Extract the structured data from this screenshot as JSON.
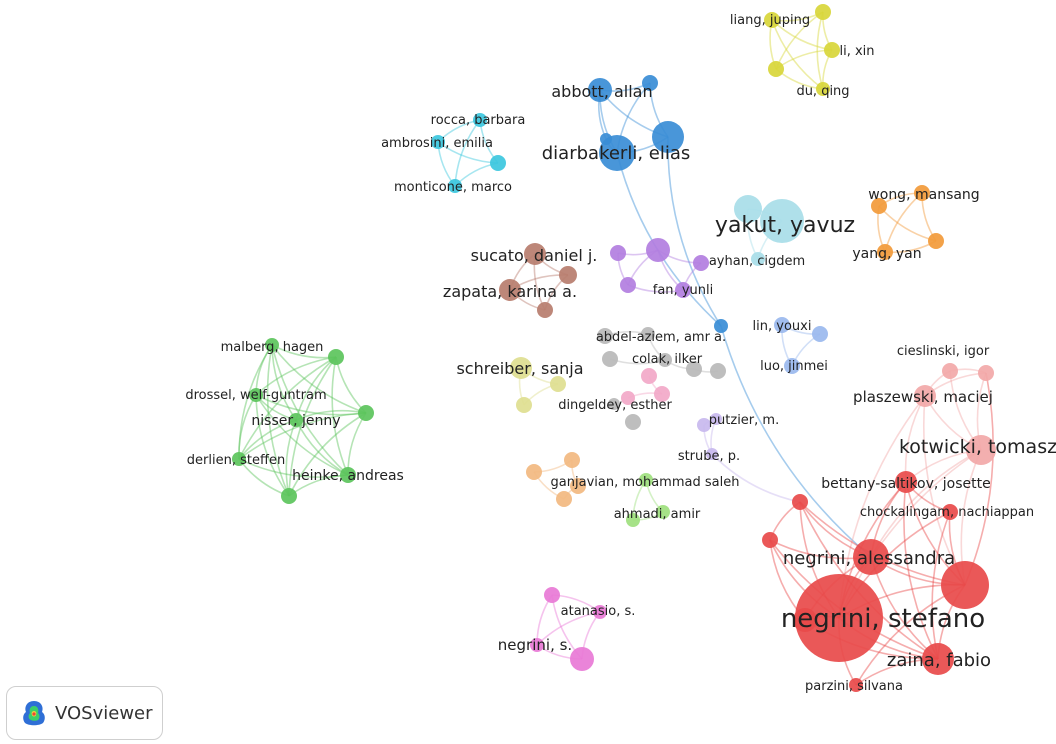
{
  "software": "VOSviewer",
  "clusters": {
    "yellow": "#d8d63a",
    "cyan": "#3cc7de",
    "blue": "#3a8dd6",
    "light_cyan": "#a8dde8",
    "orange": "#f29a3a",
    "brown": "#b77d6e",
    "purple": "#b27ee0",
    "gray": "#b8b8b8",
    "green": "#5cc45c",
    "olive": "#dede90",
    "peach": "#f2b880",
    "light_green": "#9ee07e",
    "magenta": "#e87ad6",
    "pink": "#f2a8c8",
    "periwinkle": "#9ab8ee",
    "lavender": "#c8b8ee",
    "red": "#e84a4a",
    "light_red": "#f2a8a8"
  },
  "nodes": [
    {
      "id": "liang_juping",
      "label": "liang, juping",
      "cluster": "yellow",
      "weight": 1
    },
    {
      "id": "yel_a",
      "label": "",
      "cluster": "yellow",
      "weight": 1
    },
    {
      "id": "li_xin",
      "label": "li, xin",
      "cluster": "yellow",
      "weight": 1
    },
    {
      "id": "yel_b",
      "label": "",
      "cluster": "yellow",
      "weight": 1
    },
    {
      "id": "du_qing",
      "label": "du, qing",
      "cluster": "yellow",
      "weight": 1
    },
    {
      "id": "rocca_barbara",
      "label": "rocca, barbara",
      "cluster": "cyan",
      "weight": 1
    },
    {
      "id": "ambrosini_emilia",
      "label": "ambrosini, emilia",
      "cluster": "cyan",
      "weight": 1
    },
    {
      "id": "cyan_a",
      "label": "",
      "cluster": "cyan",
      "weight": 1
    },
    {
      "id": "monticone_marco",
      "label": "monticone, marco",
      "cluster": "cyan",
      "weight": 1
    },
    {
      "id": "abbott_allan",
      "label": "abbott, allan",
      "cluster": "blue",
      "weight": 2
    },
    {
      "id": "blue_a",
      "label": "",
      "cluster": "blue",
      "weight": 1
    },
    {
      "id": "diarbakerli_elias",
      "label": "diarbakerli, elias",
      "cluster": "blue",
      "weight": 3
    },
    {
      "id": "blue_b",
      "label": "",
      "cluster": "blue",
      "weight": 3
    },
    {
      "id": "blue_c",
      "label": "",
      "cluster": "blue",
      "weight": 1
    },
    {
      "id": "yakut_yavuz",
      "label": "yakut, yavuz",
      "cluster": "light_cyan",
      "weight": 4
    },
    {
      "id": "lcyan_a",
      "label": "",
      "cluster": "light_cyan",
      "weight": 3
    },
    {
      "id": "ayhan_cigdem",
      "label": "ayhan, cigdem",
      "cluster": "light_cyan",
      "weight": 1
    },
    {
      "id": "wong_mansang",
      "label": "wong, mansang",
      "cluster": "orange",
      "weight": 1
    },
    {
      "id": "org_a",
      "label": "",
      "cluster": "orange",
      "weight": 1
    },
    {
      "id": "org_b",
      "label": "",
      "cluster": "orange",
      "weight": 1
    },
    {
      "id": "yang_yan",
      "label": "yang, yan",
      "cluster": "orange",
      "weight": 1
    },
    {
      "id": "sucato_daniel",
      "label": "sucato, daniel j.",
      "cluster": "brown",
      "weight": 2
    },
    {
      "id": "brn_a",
      "label": "",
      "cluster": "brown",
      "weight": 1
    },
    {
      "id": "zapata_karina",
      "label": "zapata, karina a.",
      "cluster": "brown",
      "weight": 2
    },
    {
      "id": "brn_b",
      "label": "",
      "cluster": "brown",
      "weight": 1
    },
    {
      "id": "pur_a",
      "label": "",
      "cluster": "purple",
      "weight": 1
    },
    {
      "id": "pur_b",
      "label": "",
      "cluster": "purple",
      "weight": 2
    },
    {
      "id": "pur_c",
      "label": "",
      "cluster": "purple",
      "weight": 1
    },
    {
      "id": "pur_d",
      "label": "",
      "cluster": "purple",
      "weight": 1
    },
    {
      "id": "fan_yunli",
      "label": "fan, yunli",
      "cluster": "purple",
      "weight": 1
    },
    {
      "id": "lin_youxi",
      "label": "lin, youxi",
      "cluster": "periwinkle",
      "weight": 1
    },
    {
      "id": "per_a",
      "label": "",
      "cluster": "periwinkle",
      "weight": 1
    },
    {
      "id": "luo_jinmei",
      "label": "luo, jinmei",
      "cluster": "periwinkle",
      "weight": 1
    },
    {
      "id": "abdel_aziem",
      "label": "abdel-aziem, amr a.",
      "cluster": "gray",
      "weight": 1
    },
    {
      "id": "gry_a",
      "label": "",
      "cluster": "gray",
      "weight": 1
    },
    {
      "id": "gry_b",
      "label": "",
      "cluster": "gray",
      "weight": 1
    },
    {
      "id": "colak_ilker",
      "label": "colak, ilker",
      "cluster": "gray",
      "weight": 1
    },
    {
      "id": "gry_c",
      "label": "",
      "cluster": "gray",
      "weight": 1
    },
    {
      "id": "gry_d",
      "label": "",
      "cluster": "gray",
      "weight": 1
    },
    {
      "id": "gry_e",
      "label": "",
      "cluster": "gray",
      "weight": 1
    },
    {
      "id": "blue_tiny",
      "label": "",
      "cluster": "blue",
      "weight": 1
    },
    {
      "id": "pink_a",
      "label": "",
      "cluster": "pink",
      "weight": 1
    },
    {
      "id": "pink_b",
      "label": "",
      "cluster": "pink",
      "weight": 1
    },
    {
      "id": "pink_c",
      "label": "",
      "cluster": "pink",
      "weight": 1
    },
    {
      "id": "dingeldey_esther",
      "label": "dingeldey, esther",
      "cluster": "gray",
      "weight": 1
    },
    {
      "id": "schreiber_sanja",
      "label": "schreiber, sanja",
      "cluster": "olive",
      "weight": 2
    },
    {
      "id": "olv_a",
      "label": "",
      "cluster": "olive",
      "weight": 1
    },
    {
      "id": "olv_b",
      "label": "",
      "cluster": "olive",
      "weight": 1
    },
    {
      "id": "malberg_hagen",
      "label": "malberg, hagen",
      "cluster": "green",
      "weight": 1
    },
    {
      "id": "grn_a",
      "label": "",
      "cluster": "green",
      "weight": 1
    },
    {
      "id": "drossel_welf",
      "label": "drossel, welf-guntram",
      "cluster": "green",
      "weight": 1
    },
    {
      "id": "grn_b",
      "label": "",
      "cluster": "green",
      "weight": 1
    },
    {
      "id": "nisser_jenny",
      "label": "nisser, jenny",
      "cluster": "green",
      "weight": 1
    },
    {
      "id": "derlien_steffen",
      "label": "derlien, steffen",
      "cluster": "green",
      "weight": 1
    },
    {
      "id": "heinke_andreas",
      "label": "heinke, andreas",
      "cluster": "green",
      "weight": 1
    },
    {
      "id": "grn_c",
      "label": "",
      "cluster": "green",
      "weight": 1
    },
    {
      "id": "pch_a",
      "label": "",
      "cluster": "peach",
      "weight": 1
    },
    {
      "id": "pch_b",
      "label": "",
      "cluster": "peach",
      "weight": 1
    },
    {
      "id": "pch_c",
      "label": "",
      "cluster": "peach",
      "weight": 1
    },
    {
      "id": "pch_d",
      "label": "",
      "cluster": "peach",
      "weight": 1
    },
    {
      "id": "ganjavian",
      "label": "ganjavian, mohammad saleh",
      "cluster": "light_green",
      "weight": 1
    },
    {
      "id": "ahmadi_amir",
      "label": "ahmadi, amir",
      "cluster": "light_green",
      "weight": 1
    },
    {
      "id": "lgr_a",
      "label": "",
      "cluster": "light_green",
      "weight": 1
    },
    {
      "id": "putzier_m",
      "label": "putzier, m.",
      "cluster": "lavender",
      "weight": 1
    },
    {
      "id": "strube_p",
      "label": "strube, p.",
      "cluster": "lavender",
      "weight": 1
    },
    {
      "id": "lav_a",
      "label": "",
      "cluster": "lavender",
      "weight": 1
    },
    {
      "id": "atanasio_s",
      "label": "atanasio, s.",
      "cluster": "magenta",
      "weight": 1
    },
    {
      "id": "mag_a",
      "label": "",
      "cluster": "magenta",
      "weight": 1
    },
    {
      "id": "negrini_s",
      "label": "negrini, s.",
      "cluster": "magenta",
      "weight": 2
    },
    {
      "id": "mag_b",
      "label": "",
      "cluster": "magenta",
      "weight": 1
    },
    {
      "id": "cieslinski_igor",
      "label": "cieslinski, igor",
      "cluster": "light_red",
      "weight": 1
    },
    {
      "id": "lred_a",
      "label": "",
      "cluster": "light_red",
      "weight": 1
    },
    {
      "id": "plaszewski_maciej",
      "label": "plaszewski, maciej",
      "cluster": "light_red",
      "weight": 2
    },
    {
      "id": "kotwicki_tomasz",
      "label": "kotwicki, tomasz",
      "cluster": "light_red",
      "weight": 3
    },
    {
      "id": "bettany_saltikov",
      "label": "bettany-saltikov, josette",
      "cluster": "red",
      "weight": 2
    },
    {
      "id": "chockalingam",
      "label": "chockalingam, nachiappan",
      "cluster": "red",
      "weight": 1
    },
    {
      "id": "red_a",
      "label": "",
      "cluster": "red",
      "weight": 1
    },
    {
      "id": "red_b",
      "label": "",
      "cluster": "red",
      "weight": 1
    },
    {
      "id": "negrini_alessandra",
      "label": "negrini, alessandra",
      "cluster": "red",
      "weight": 3
    },
    {
      "id": "red_c",
      "label": "",
      "cluster": "red",
      "weight": 5
    },
    {
      "id": "negrini_stefano",
      "label": "negrini, stefano",
      "cluster": "red",
      "weight": 8
    },
    {
      "id": "red_d",
      "label": "",
      "cluster": "red",
      "weight": 2
    },
    {
      "id": "zaina_fabio",
      "label": "zaina, fabio",
      "cluster": "red",
      "weight": 3
    },
    {
      "id": "parzini_silvana",
      "label": "parzini, silvana",
      "cluster": "red",
      "weight": 1
    }
  ]
}
